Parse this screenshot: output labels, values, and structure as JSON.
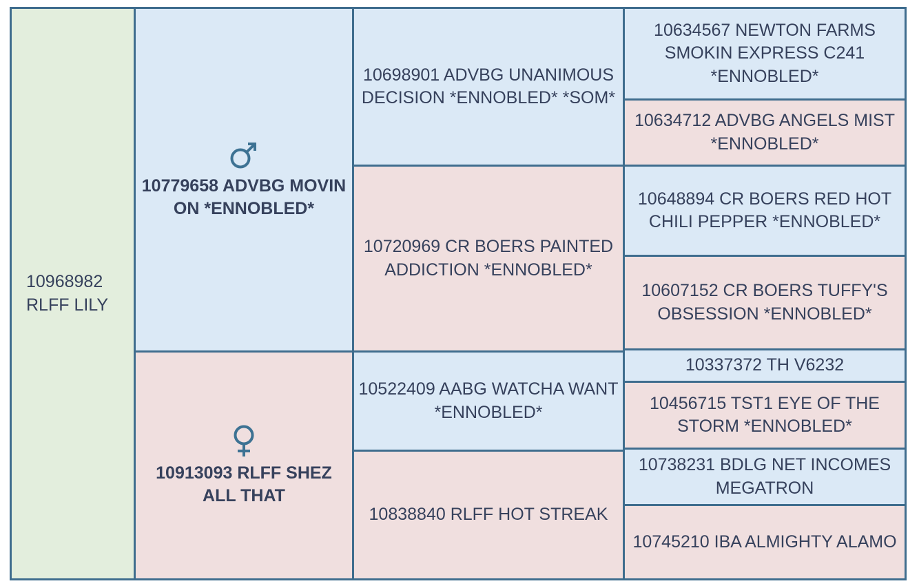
{
  "chart": {
    "type": "pedigree",
    "title": "",
    "colors": {
      "border": "#3f6d8e",
      "sire_background": "#dbe9f6",
      "dam_background": "#f0dfdf",
      "subject_background": "#e3eedd",
      "text": "#36415c",
      "symbol": "#3d7293"
    },
    "generations": 4
  },
  "subject": {
    "name": "10968982 RLFF LILY",
    "sex": ""
  },
  "parents": [
    {
      "name": "10779658 ADVBG MOVIN ON *ENNOBLED*",
      "sex": "male",
      "symbol": "male-symbol",
      "background": "sire"
    },
    {
      "name": "10913093 RLFF SHEZ ALL THAT",
      "sex": "female",
      "symbol": "female-symbol",
      "background": "dam"
    }
  ],
  "grandparents": [
    {
      "name": "10698901 ADVBG UNANIMOUS DECISION *ENNOBLED* *SOM*",
      "background": "sire"
    },
    {
      "name": "10720969 CR BOERS PAINTED ADDICTION *ENNOBLED*",
      "background": "dam"
    },
    {
      "name": "10522409 AABG WATCHA WANT *ENNOBLED*",
      "background": "sire"
    },
    {
      "name": "10838840 RLFF HOT STREAK",
      "background": "dam"
    }
  ],
  "great_grandparents": [
    {
      "name": "10634567 NEWTON FARMS SMOKIN EXPRESS C241 *ENNOBLED*",
      "background": "sire"
    },
    {
      "name": "10634712 ADVBG ANGELS MIST *ENNOBLED*",
      "background": "dam"
    },
    {
      "name": "10648894 CR BOERS RED HOT CHILI PEPPER *ENNOBLED*",
      "background": "sire"
    },
    {
      "name": "10607152 CR BOERS TUFFY'S OBSESSION *ENNOBLED*",
      "background": "dam"
    },
    {
      "name": "10337372 TH V6232",
      "background": "sire"
    },
    {
      "name": "10456715 TST1 EYE OF THE STORM *ENNOBLED*",
      "background": "dam"
    },
    {
      "name": "10738231 BDLG NET INCOMES MEGATRON",
      "background": "sire"
    },
    {
      "name": "10745210 IBA ALMIGHTY ALAMO",
      "background": "dam"
    }
  ]
}
